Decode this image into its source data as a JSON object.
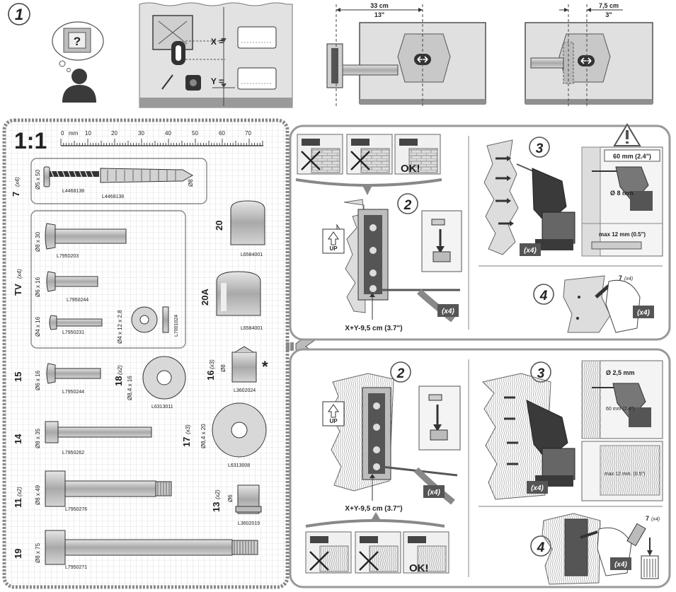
{
  "step1": {
    "number": "1",
    "question": "?",
    "x_label": "X =",
    "y_label": "Y =",
    "dist_33cm": "33 cm",
    "dist_13in": "13\"",
    "dist_75cm": "7,5 cm",
    "dist_3in": "3\""
  },
  "hardware": {
    "scale": "1:1",
    "ruler_unit": "mm",
    "ruler_ticks": [
      "0",
      "10",
      "20",
      "30",
      "40",
      "50",
      "60",
      "70"
    ],
    "items": {
      "p7": {
        "num": "7",
        "qty": "(x4)",
        "size": "Ø5 x 50",
        "code_a": "L4468138",
        "code_b": "L4468138",
        "anchor": "Ø8"
      },
      "tv": {
        "num": "TV",
        "qty": "(x4)"
      },
      "p20": {
        "num": "20",
        "code": "L6584001"
      },
      "p20a": {
        "num": "20A",
        "code": "L6584001"
      },
      "s1": {
        "size": "Ø8 x 30",
        "code": "L7950203"
      },
      "s2": {
        "size": "Ø6 x 16",
        "code": "L7950244"
      },
      "s3": {
        "size": "Ø4 x 16",
        "code": "L7950231"
      },
      "washer_tv": {
        "size": "Ø4 x 12 x 2,8",
        "code": "L7001024"
      },
      "p15": {
        "num": "15",
        "size": "Ø6 x 16",
        "code": "L7950244"
      },
      "p18": {
        "num": "18",
        "qty": "(x2)",
        "size": "Ø8,4 x 16",
        "code": "L6313011"
      },
      "p16": {
        "num": "16",
        "qty": "(x3)",
        "size": "Ø8",
        "code": "L3602024",
        "mark": "*"
      },
      "p14": {
        "num": "14",
        "size": "Ø8 x 35",
        "code": "L7950262"
      },
      "p17": {
        "num": "17",
        "qty": "(x3)",
        "size": "Ø8,4 x 20",
        "code": "L6313008"
      },
      "p11": {
        "num": "11",
        "qty": "(x2)",
        "size": "Ø8 x 49",
        "code": "L7950276"
      },
      "p13": {
        "num": "13",
        "qty": "(x2)",
        "size": "Ø6",
        "code": "L3602019"
      },
      "p19": {
        "num": "19",
        "size": "Ø8 x 75",
        "code": "L7950271"
      }
    }
  },
  "top_panel": {
    "step2": "2",
    "up": "UP",
    "x4": "(x4)",
    "ok": "OK!",
    "offset": "X+Y-9,5 cm (3.7\")",
    "step3": "3",
    "d60mm": "60 mm (2.4\")",
    "d8mm": "Ø 8 mm",
    "max12": "max 12 mm (0.5\")",
    "step4": "4",
    "anchor7": "7",
    "anchor7_qty": "(x4)"
  },
  "bottom_panel": {
    "step2": "2",
    "up": "UP",
    "x4": "(x4)",
    "ok": "OK!",
    "offset": "X+Y-9,5 cm (3.7\")",
    "step3": "3",
    "d25mm": "Ø 2,5 mm",
    "d60mm": "60 mm (2.4\")",
    "max12": "max 12 mm. (0.5\")",
    "step4": "4",
    "anchor7": "7",
    "anchor7_qty": "(x4)"
  }
}
